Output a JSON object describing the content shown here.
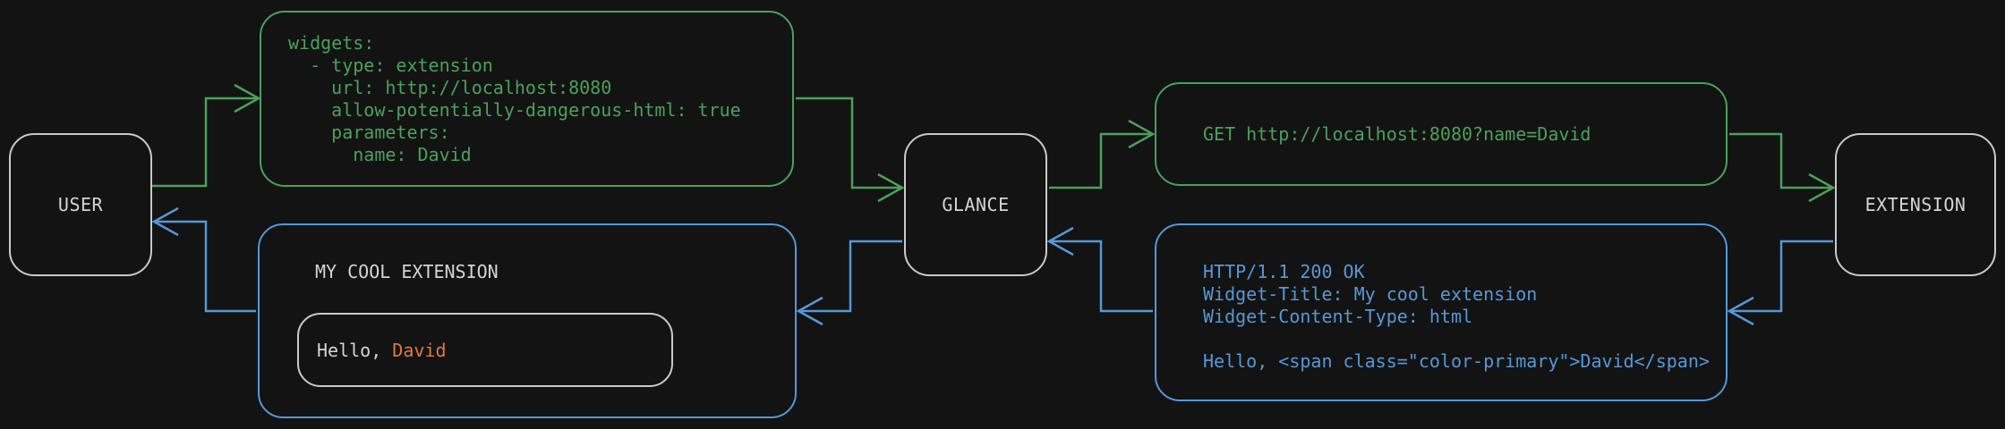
{
  "colors": {
    "bg": "#131313",
    "green": "#4aa15a",
    "blue": "#5598d8",
    "orange": "#e1793a",
    "text": "#d4d4d4",
    "border": "#c9c9c9"
  },
  "nodes": {
    "user": {
      "label": "USER"
    },
    "glance": {
      "label": "GLANCE"
    },
    "extension": {
      "label": "EXTENSION"
    }
  },
  "boxes": {
    "config": {
      "code": "widgets:\n  - type: extension\n    url: http://localhost:8080\n    allow-potentially-dangerous-html: true\n    parameters:\n      name: David"
    },
    "request": {
      "code": "GET http://localhost:8080?name=David"
    },
    "response": {
      "code": "HTTP/1.1 200 OK\nWidget-Title: My cool extension\nWidget-Content-Type: html\n\nHello, <span class=\"color-primary\">David</span>"
    },
    "widget": {
      "title": "MY COOL EXTENSION",
      "greeting": {
        "prefix": "Hello, ",
        "name": "David"
      }
    }
  }
}
